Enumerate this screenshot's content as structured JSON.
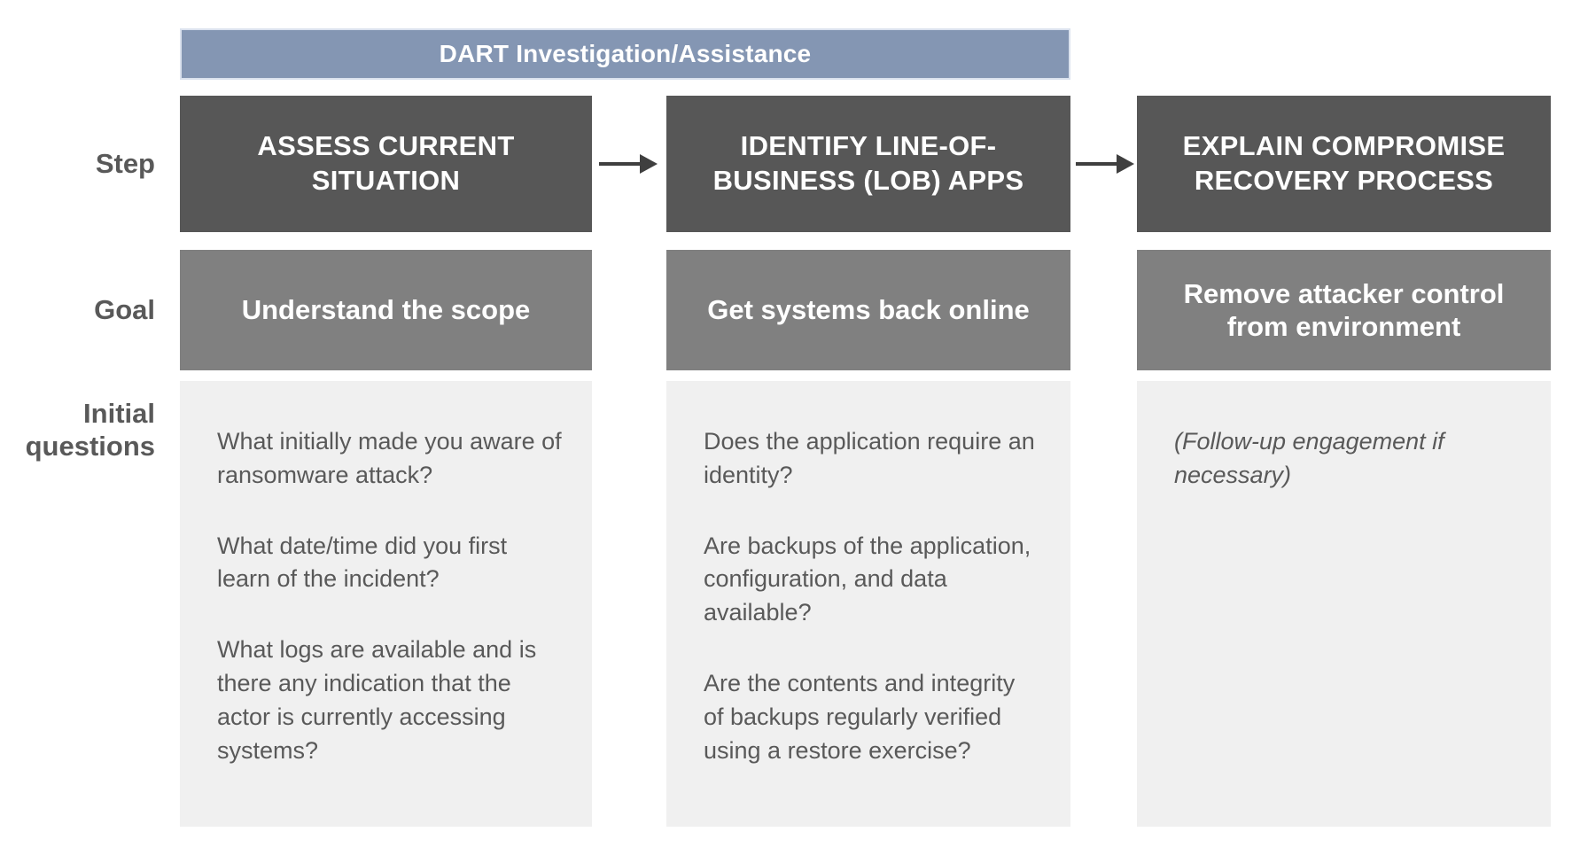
{
  "banner": {
    "label": "DART Investigation/Assistance"
  },
  "row_labels": {
    "step": "Step",
    "goal": "Goal",
    "questions": "Initial questions"
  },
  "columns": [
    {
      "step_title": "ASSESS CURRENT SITUATION",
      "goal": "Understand the scope",
      "questions": [
        "What initially made you aware of ransomware attack?",
        "What date/time did you first learn of the incident?",
        "What logs are available and is there any indication that the actor is currently accessing systems?"
      ]
    },
    {
      "step_title": "IDENTIFY LINE-OF-BUSINESS (LOB) APPS",
      "goal": "Get systems back online",
      "questions": [
        "Does the application require an identity?",
        "Are backups of the application, configuration, and data available?",
        "Are the contents and integrity of backups regularly verified using a restore exercise?"
      ]
    },
    {
      "step_title": "EXPLAIN COMPROMISE RECOVERY PROCESS",
      "goal": "Remove attacker control from environment",
      "questions": [
        "(Follow-up engagement if necessary)"
      ]
    }
  ],
  "icons": {
    "arrow_right": "right-arrow"
  },
  "colors": {
    "banner-bg": "#8496b3",
    "step-bg": "#575757",
    "goal-bg": "#808080",
    "questions-bg": "#f0f0f0",
    "label-text": "#595959",
    "question-text": "#595959",
    "arrow-color": "#3f3f3f"
  }
}
